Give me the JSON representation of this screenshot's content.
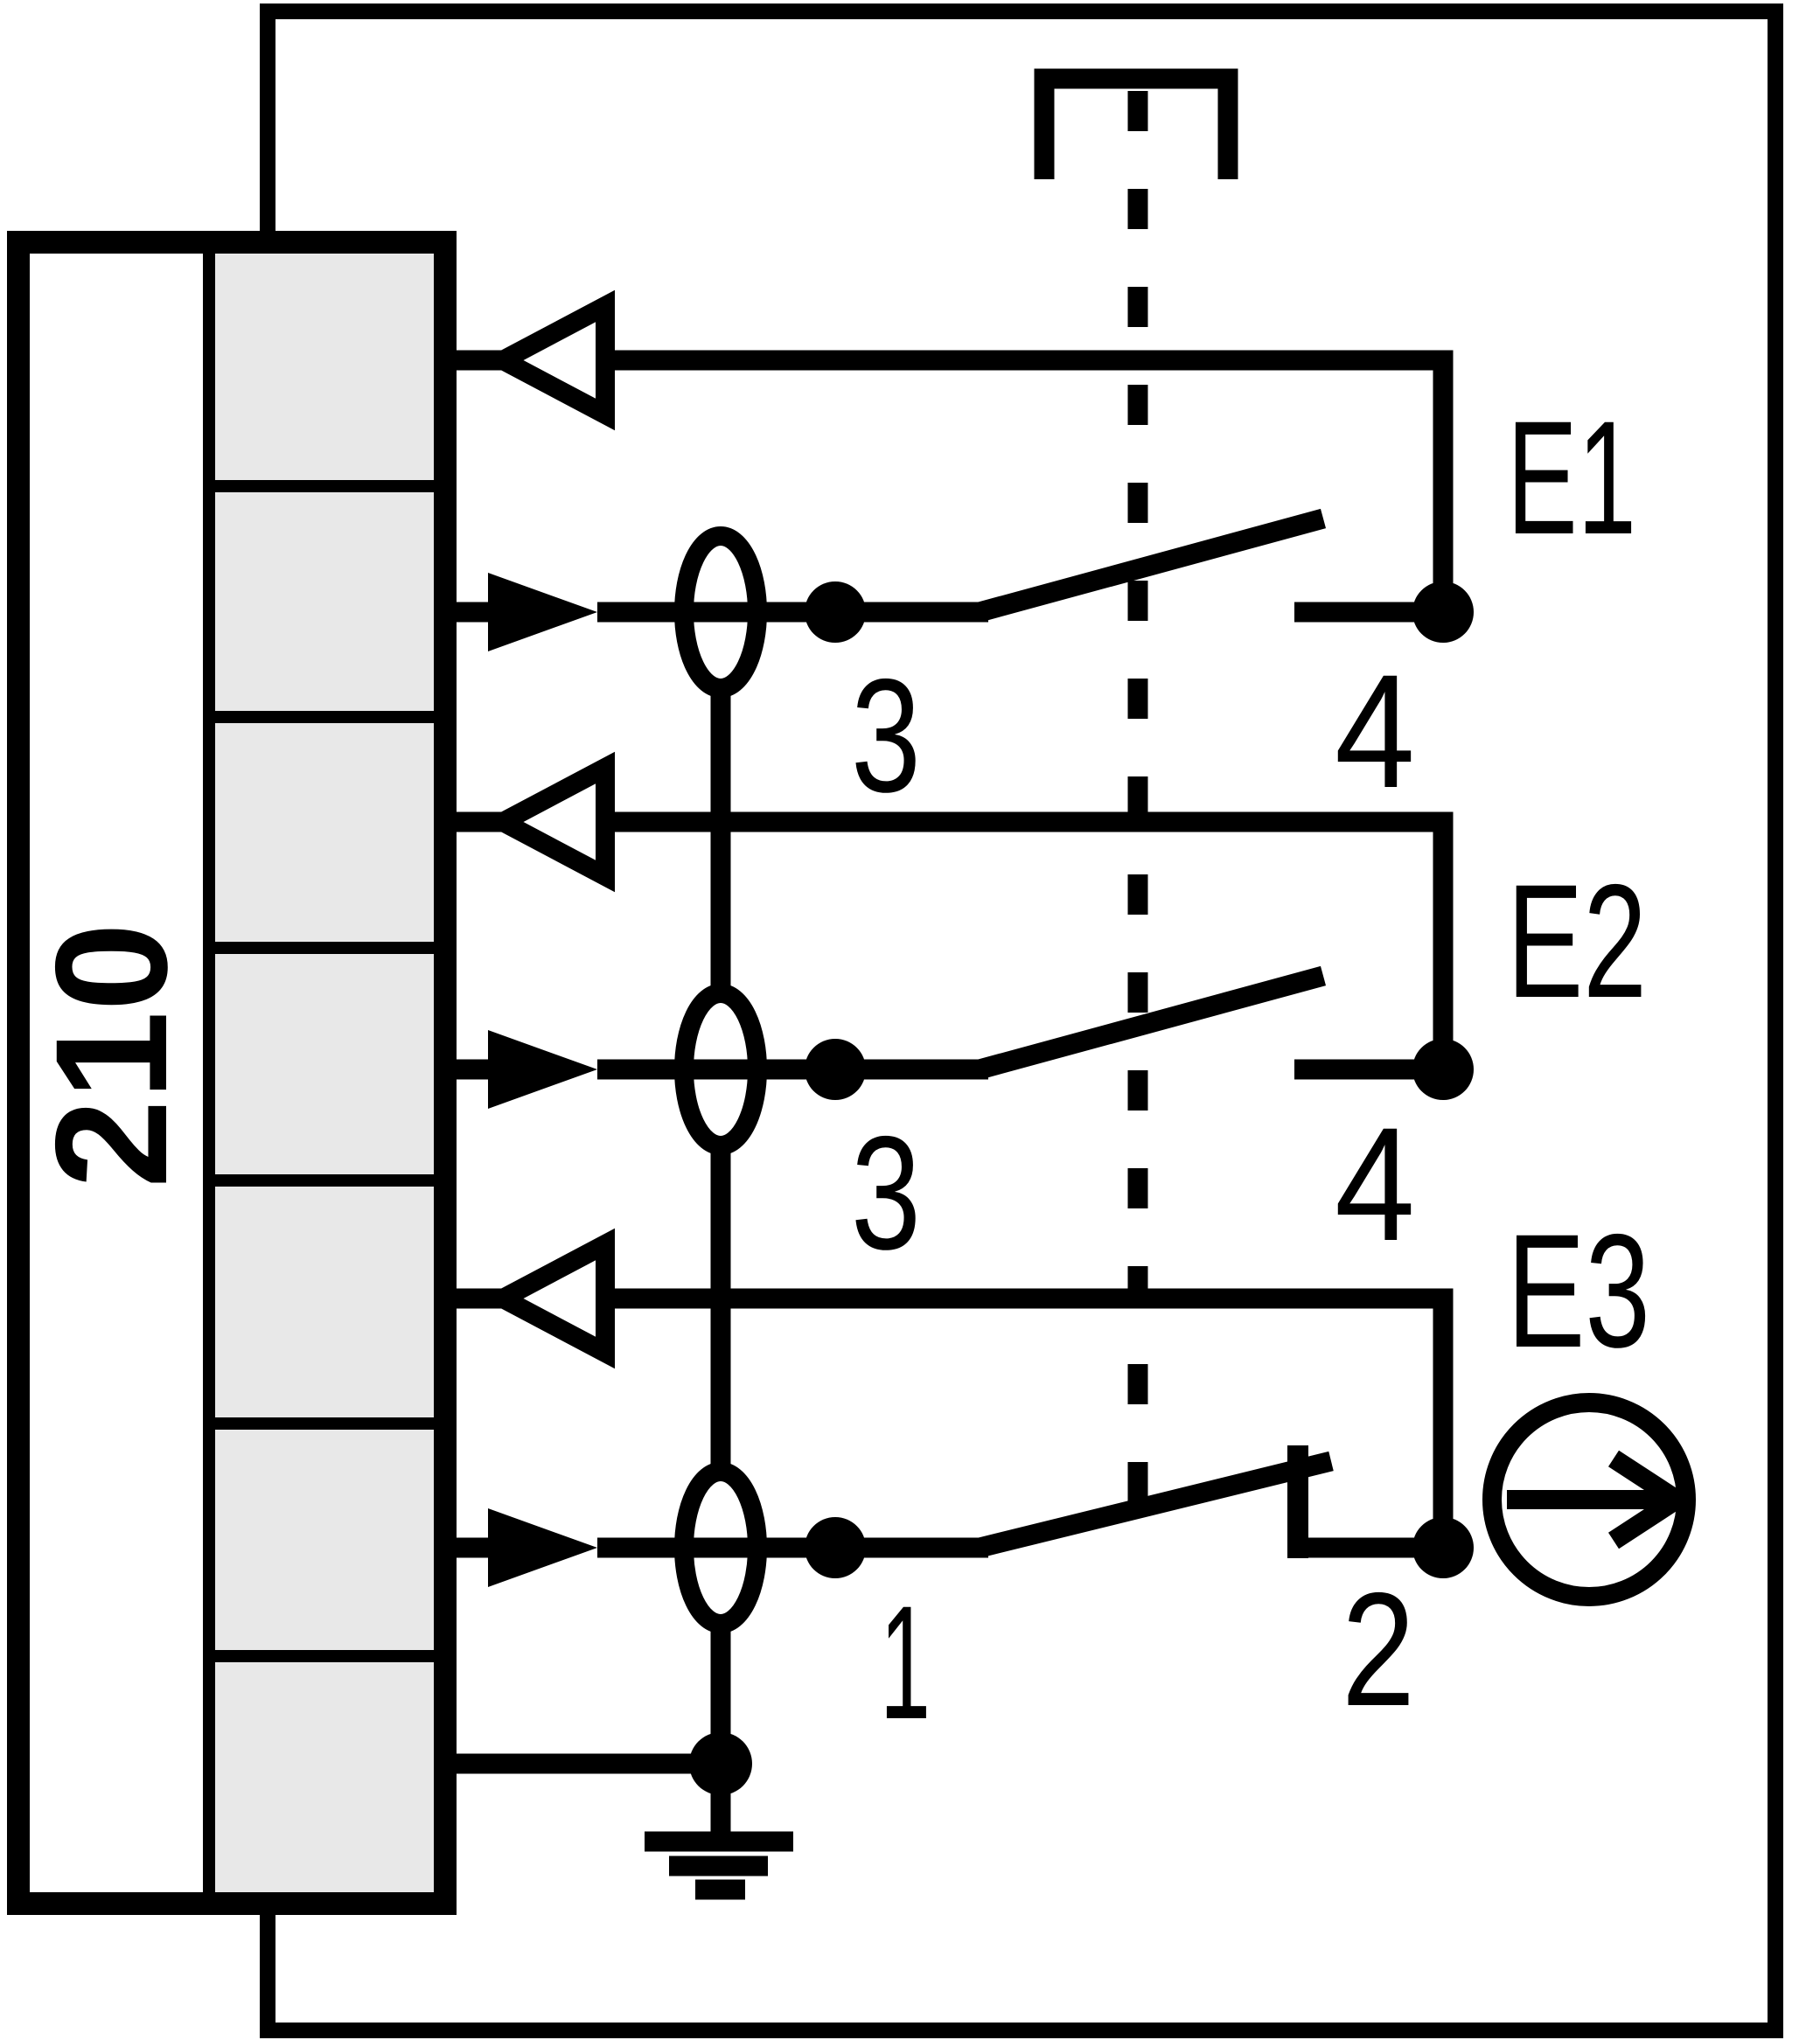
{
  "diagram": {
    "type": "wiring-schematic",
    "module": {
      "label": "210",
      "terminal_count": 7
    },
    "channels": [
      {
        "name": "E1",
        "terminal_left": "3",
        "terminal_right": "4",
        "contact": "normally-open"
      },
      {
        "name": "E2",
        "terminal_left": "3",
        "terminal_right": "4",
        "contact": "normally-open"
      },
      {
        "name": "E3",
        "terminal_left": "1",
        "terminal_right": "2",
        "contact": "normally-closed"
      }
    ],
    "icons": {
      "output_arrow": "hollow-left-triangle",
      "input_arrow": "filled-right-triangle",
      "cable_screen_ring": "vertical-ellipse-ring",
      "junction_dot": "filled-circle",
      "ground": "earth-ground-three-bars",
      "actuator": "circle-with-right-arrow",
      "partition": "vertical-dashed-line-with-bracket"
    },
    "colors": {
      "line": "#000000",
      "background": "#ffffff",
      "terminal_fill": "#e8e8e8"
    }
  }
}
